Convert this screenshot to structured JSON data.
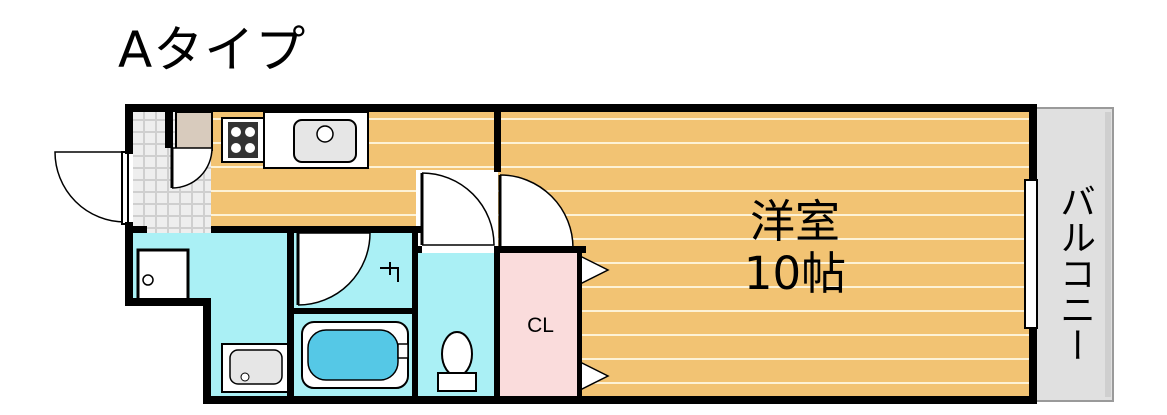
{
  "title": "Aタイプ",
  "rooms": {
    "main_name": "洋室",
    "main_size": "10帖",
    "closet": "CL",
    "balcony": "バルコニー"
  },
  "colors": {
    "wall": "#000000",
    "wood_floor": "#f2c373",
    "wood_line": "#fdf2d6",
    "bath_floor": "#aaf0f5",
    "closet_floor": "#fadcdc",
    "balcony_floor": "#e0e0e0",
    "tile": "#d6d6d6"
  }
}
